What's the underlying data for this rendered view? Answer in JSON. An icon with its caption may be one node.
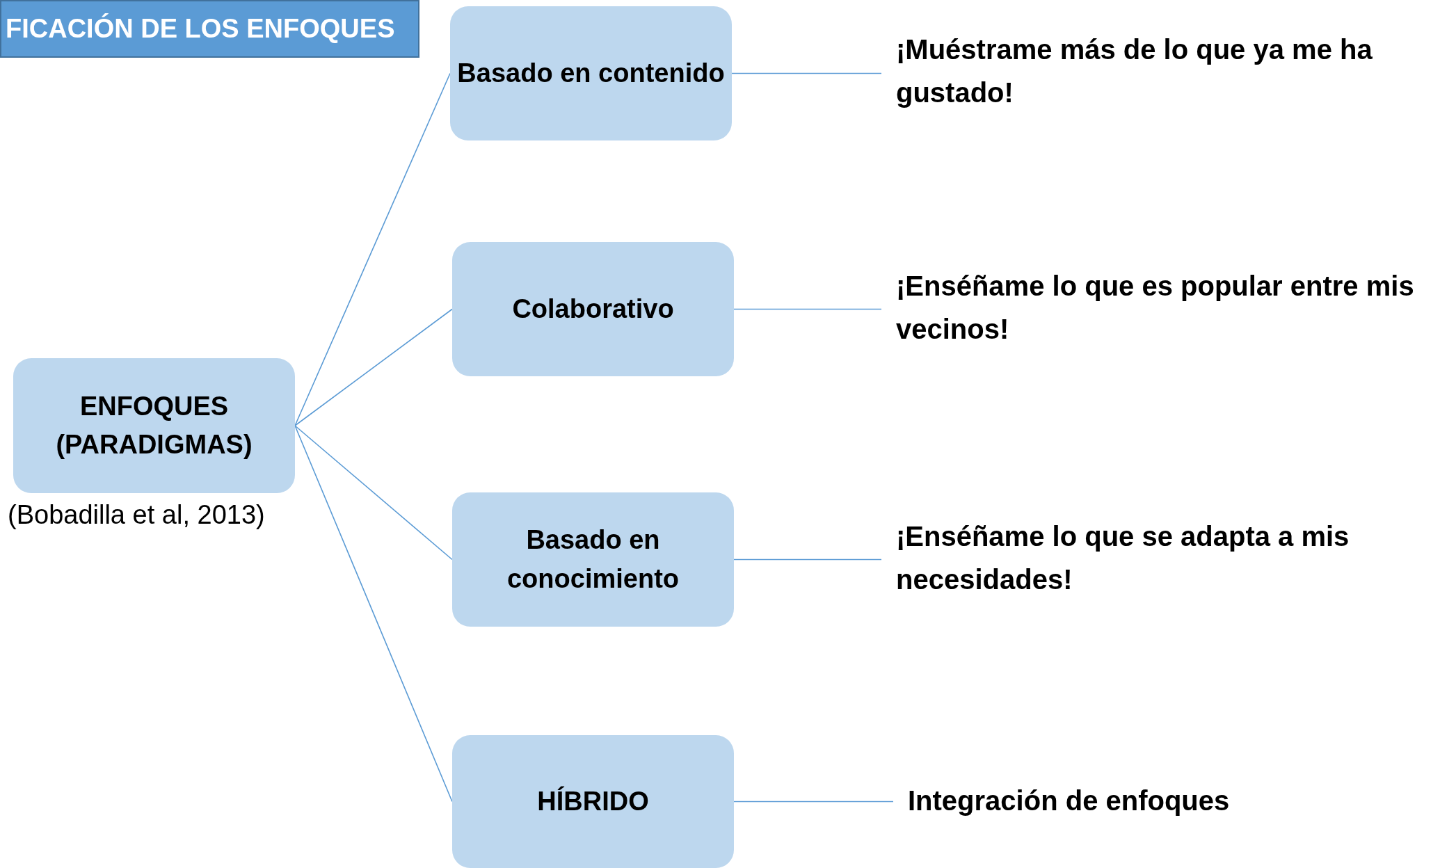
{
  "diagram": {
    "title": "FICACIÓN DE LOS ENFOQUES",
    "nodes": [
      {
        "text": [
          "ENFOQUES (PARADIGMAS)"
        ],
        "beside": [
          "(Bobadilla et al, 2013)"
        ]
      },
      {
        "text": [
          "Basado en contenido"
        ]
      },
      {
        "text": [
          "Colaborativo"
        ]
      },
      {
        "text": [
          "Basado en conocimiento"
        ]
      },
      {
        "text": [
          "HÍBRIDO"
        ]
      },
      {
        "text": [
          "¡Muéstrame más de lo que ya me ha gustado!"
        ]
      },
      {
        "text": [
          "¡Enséñame lo que es popular entre mis vecinos!"
        ]
      },
      {
        "text": [
          "¡Enséñame lo que se adapta a mis necesidades!"
        ]
      },
      {
        "text": [
          "Integración de enfoques"
        ]
      }
    ],
    "edges": [
      {
        "from": 0,
        "to": 1,
        "arrow": "none"
      },
      {
        "from": 0,
        "to": 2,
        "arrow": "none"
      },
      {
        "from": 0,
        "to": 3,
        "arrow": "none"
      },
      {
        "from": 0,
        "to": 4,
        "arrow": "none"
      },
      {
        "from": 1,
        "to": 5,
        "arrow": "none"
      },
      {
        "from": 2,
        "to": 6,
        "arrow": "none"
      },
      {
        "from": 3,
        "to": 7,
        "arrow": "none"
      },
      {
        "from": 4,
        "to": 8,
        "arrow": "none"
      }
    ]
  }
}
